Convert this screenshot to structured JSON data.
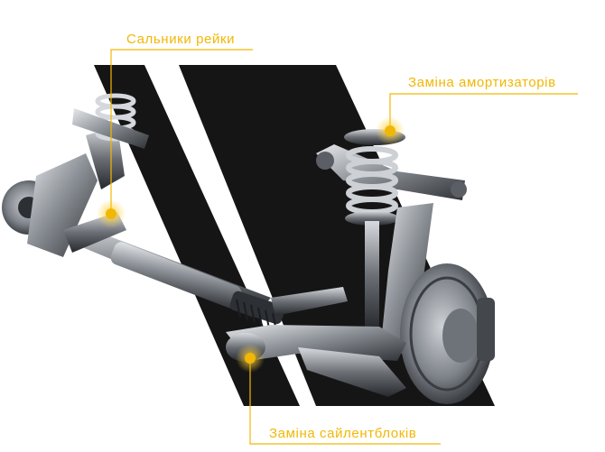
{
  "colors": {
    "accent": "#f2b705",
    "panel": "#151515",
    "metal_light": "#c9ccd1",
    "metal_dark": "#3a3d42",
    "background": "#ffffff"
  },
  "callouts": {
    "steering_rack_seals": {
      "label": "Сальники рейки",
      "icon": "hotspot-dot"
    },
    "shock_absorber_replacement": {
      "label": "Заміна амортизаторів",
      "icon": "hotspot-dot"
    },
    "silent_block_replacement": {
      "label": "Заміна сайлентблоків",
      "icon": "hotspot-dot"
    }
  }
}
